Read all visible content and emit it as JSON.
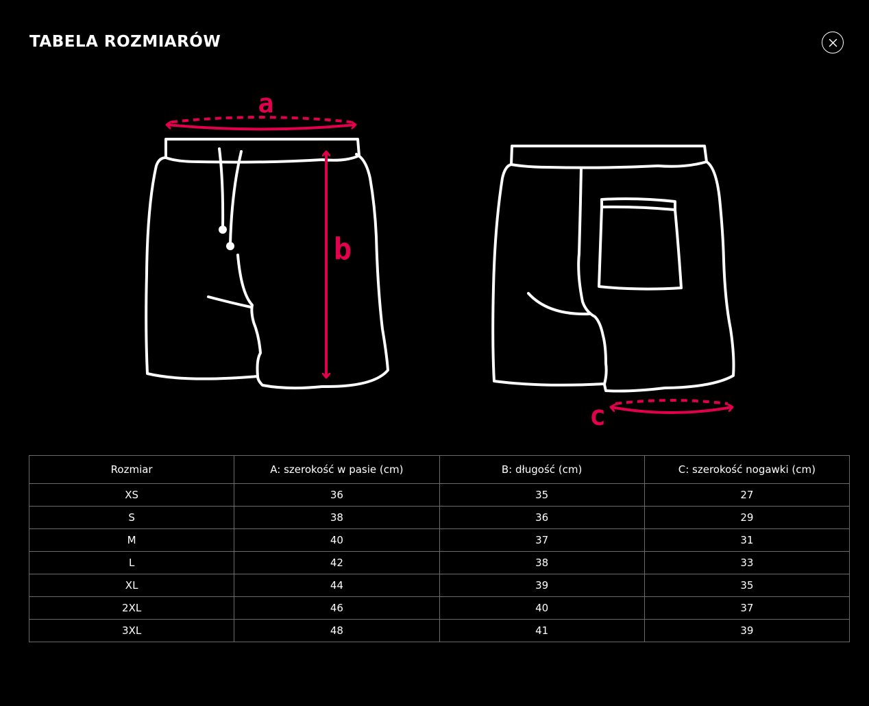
{
  "header": {
    "title": "TABELA ROZMIARÓW",
    "close_icon": "close-icon"
  },
  "illustration": {
    "front_label_a": "a",
    "front_label_b": "b",
    "back_label_c": "c",
    "accent_color": "#e0004d",
    "outline_color": "#ffffff"
  },
  "table": {
    "headers": [
      "Rozmiar",
      "A: szerokość w pasie (cm)",
      "B: długość (cm)",
      "C: szerokość nogawki (cm)"
    ],
    "rows": [
      [
        "XS",
        "36",
        "35",
        "27"
      ],
      [
        "S",
        "38",
        "36",
        "29"
      ],
      [
        "M",
        "40",
        "37",
        "31"
      ],
      [
        "L",
        "42",
        "38",
        "33"
      ],
      [
        "XL",
        "44",
        "39",
        "35"
      ],
      [
        "2XL",
        "46",
        "40",
        "37"
      ],
      [
        "3XL",
        "48",
        "41",
        "39"
      ]
    ]
  }
}
